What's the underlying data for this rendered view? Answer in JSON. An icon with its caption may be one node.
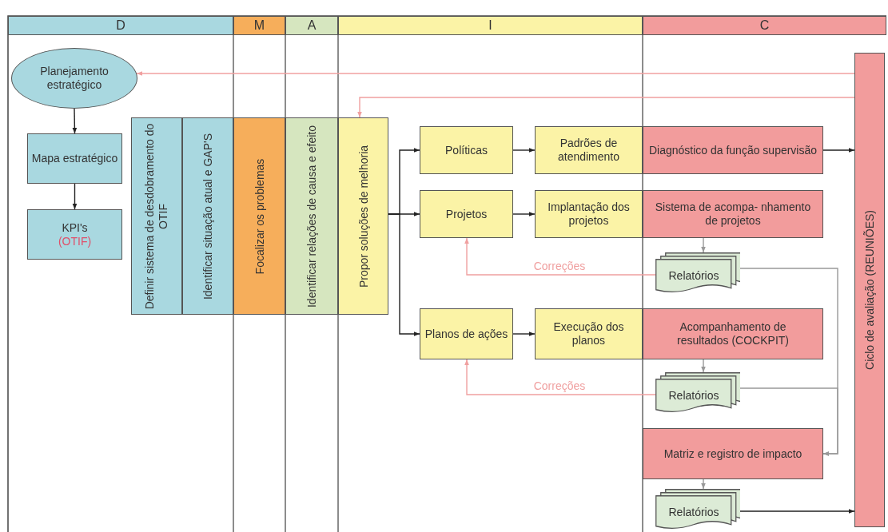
{
  "diagram": {
    "nodes": [
      {
        "text": [
          "D"
        ]
      },
      {
        "text": [
          "M"
        ]
      },
      {
        "text": [
          "A"
        ]
      },
      {
        "text": [
          "I"
        ]
      },
      {
        "text": [
          "C"
        ]
      },
      {
        "text": [
          "Planejamento estratégico"
        ]
      },
      {
        "text": [
          "Mapa estratégico"
        ]
      },
      {
        "text": [
          "KPI's",
          "(OTIF)"
        ]
      },
      {
        "text": [
          "Definir sistema de desdobramento do OTIF"
        ]
      },
      {
        "text": [
          "Identificar situação atual e GAP'S"
        ]
      },
      {
        "text": [
          "Focalizar os problemas"
        ]
      },
      {
        "text": [
          "Identificar relações de causa e efeito"
        ]
      },
      {
        "text": [
          "Propor soluções de melhoria"
        ]
      },
      {
        "text": [
          "Políticas"
        ]
      },
      {
        "text": [
          "Padrões de atendimento"
        ]
      },
      {
        "text": [
          "Diagnóstico da função supervisão"
        ]
      },
      {
        "text": [
          "Projetos"
        ]
      },
      {
        "text": [
          "Implantação dos projetos"
        ]
      },
      {
        "text": [
          "Sistema de acompa- nhamento de projetos"
        ]
      },
      {
        "text": [
          "Relatórios"
        ]
      },
      {
        "text": [
          "Planos de ações"
        ]
      },
      {
        "text": [
          "Execução dos planos"
        ]
      },
      {
        "text": [
          "Acompanhamento de resultados (COCKPIT)"
        ]
      },
      {
        "text": [
          "Relatórios"
        ]
      },
      {
        "text": [
          "Matriz e registro de impacto"
        ]
      },
      {
        "text": [
          "Relatórios"
        ]
      },
      {
        "text": [
          "Ciclo de avaliação (REUNIÕES)"
        ]
      }
    ],
    "edges": [
      {
        "from": 5,
        "to": 6,
        "arrow": "to"
      },
      {
        "from": 6,
        "to": 7,
        "arrow": "to"
      },
      {
        "from": 12,
        "to": 13,
        "arrow": "to"
      },
      {
        "from": 12,
        "to": 16,
        "arrow": "to"
      },
      {
        "from": 12,
        "to": 20,
        "arrow": "to"
      },
      {
        "from": 13,
        "to": 14,
        "arrow": "to"
      },
      {
        "from": 16,
        "to": 17,
        "arrow": "to"
      },
      {
        "from": 20,
        "to": 21,
        "arrow": "to"
      },
      {
        "from": 15,
        "to": 26,
        "arrow": "to"
      },
      {
        "from": 25,
        "to": 26,
        "arrow": "to"
      },
      {
        "from": 26,
        "to": 5,
        "arrow": "to",
        "color": "#f0a0a0"
      },
      {
        "from": 26,
        "to": 12,
        "arrow": "to",
        "color": "#f0a0a0"
      },
      {
        "from": 18,
        "to": 19,
        "arrow": "to",
        "color": "#999999"
      },
      {
        "from": 22,
        "to": 23,
        "arrow": "to",
        "color": "#999999"
      },
      {
        "from": 24,
        "to": 25,
        "arrow": "to",
        "color": "#999999"
      },
      {
        "from": 19,
        "to": 16,
        "arrow": "to",
        "label": "Correções",
        "color": "#f0a0a0"
      },
      {
        "from": 23,
        "to": 20,
        "arrow": "to",
        "label": "Correções",
        "color": "#f0a0a0"
      },
      {
        "from": 19,
        "to": 24,
        "arrow": "to",
        "color": "#999999"
      },
      {
        "from": 23,
        "to": 24,
        "arrow": "to",
        "color": "#999999"
      }
    ]
  }
}
